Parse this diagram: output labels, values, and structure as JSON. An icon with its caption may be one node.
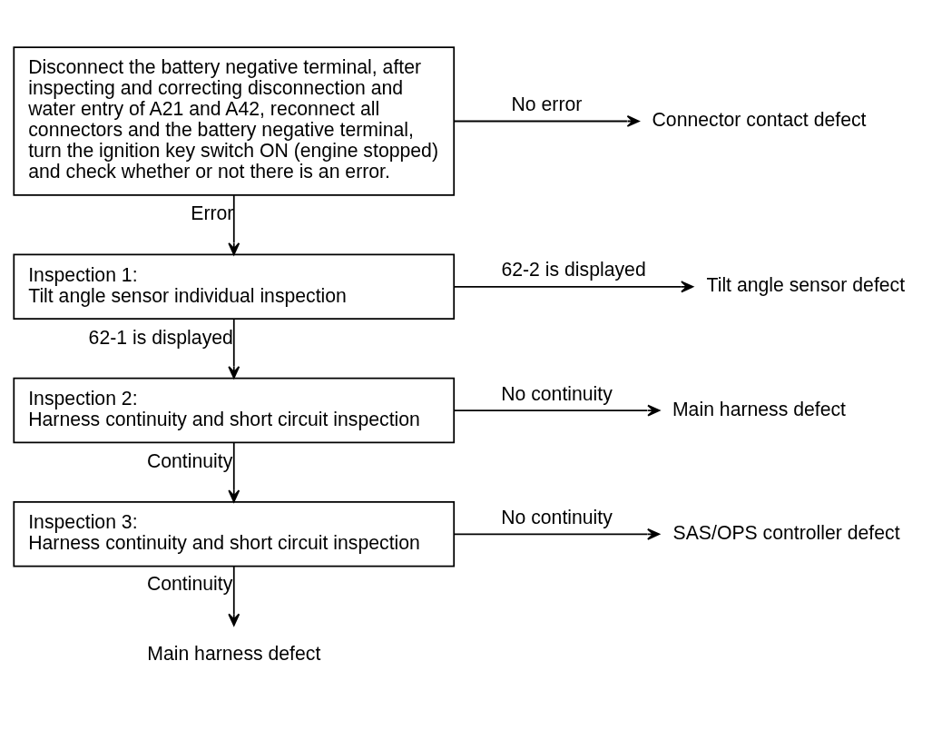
{
  "diagram": {
    "nodes": [
      {
        "text": [
          "Disconnect the battery negative terminal, after inspecting and correcting disconnection and water entry of A21 and A42, reconnect all connectors and the battery negative terminal, turn the ignition key switch ON (engine stopped) and check whether or not there is an error."
        ]
      },
      {
        "text": [
          "Connector contact defect"
        ]
      },
      {
        "text": [
          "Inspection 1:",
          "Tilt angle sensor individual inspection"
        ]
      },
      {
        "text": [
          "Tilt angle sensor defect"
        ]
      },
      {
        "text": [
          "Inspection 2:",
          "Harness continuity and short circuit inspection"
        ]
      },
      {
        "text": [
          "Main harness defect"
        ]
      },
      {
        "text": [
          "Inspection 3:",
          "Harness continuity and short circuit inspection"
        ]
      },
      {
        "text": [
          "SAS/OPS controller defect"
        ]
      },
      {
        "text": [
          "Main harness defect"
        ]
      }
    ],
    "edges": [
      {
        "from": 0,
        "to": 1,
        "arrow": "to",
        "label": "No error"
      },
      {
        "from": 0,
        "to": 2,
        "arrow": "to",
        "label": "Error"
      },
      {
        "from": 2,
        "to": 3,
        "arrow": "to",
        "label": "62-2 is displayed"
      },
      {
        "from": 2,
        "to": 4,
        "arrow": "to",
        "label": "62-1 is displayed"
      },
      {
        "from": 4,
        "to": 5,
        "arrow": "to",
        "label": "No continuity"
      },
      {
        "from": 4,
        "to": 6,
        "arrow": "to",
        "label": "Continuity"
      },
      {
        "from": 6,
        "to": 7,
        "arrow": "to",
        "label": "No continuity"
      },
      {
        "from": 6,
        "to": 8,
        "arrow": "to",
        "label": "Continuity"
      }
    ]
  }
}
